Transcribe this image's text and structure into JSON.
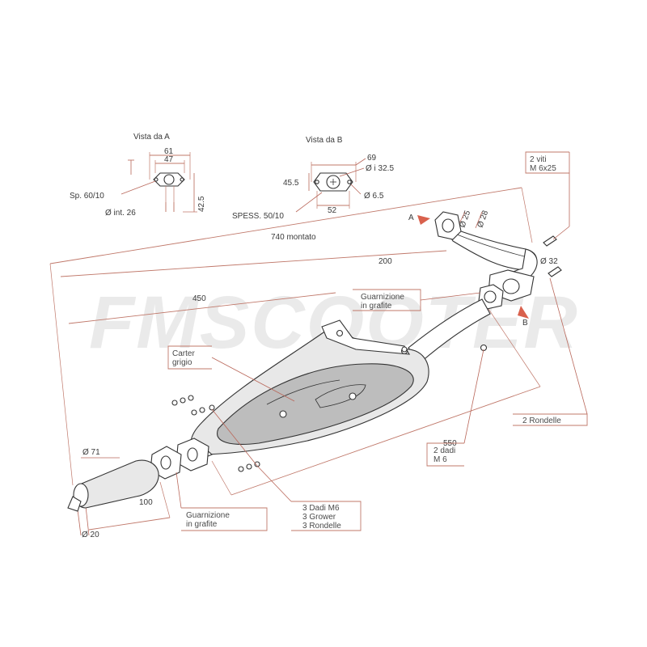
{
  "watermark": "FMSCOOTER",
  "view_a": {
    "title": "Vista da  A",
    "dim_61": "61",
    "dim_47": "47",
    "thickness": "Sp. 60/10",
    "inner_diameter": "Ø int. 26",
    "dim_42_5": "42.5"
  },
  "view_b": {
    "title": "Vista da  B",
    "dim_69": "69",
    "inner_diameter": "Ø i 32.5",
    "dim_45_5": "45.5",
    "hole_diameter": "Ø 6.5",
    "thickness": "SPESS. 50/10",
    "dim_52": "52"
  },
  "dimensions": {
    "mounted_length": "740 montato",
    "d200": "200",
    "d450": "450",
    "d550": "550",
    "d100": "100",
    "dia_71": "Ø 71",
    "dia_20": "Ø 20",
    "dia_25": "Ø 25",
    "dia_28": "Ø 28",
    "dia_32": "Ø 32"
  },
  "markers": {
    "a": "A",
    "b": "B"
  },
  "callouts": {
    "screws": [
      "2 viti",
      "M 6x25"
    ],
    "gasket_top": [
      "Guarnizione",
      "in grafite"
    ],
    "carter": [
      "Carter",
      "grigio"
    ],
    "washers": [
      "2 Rondelle"
    ],
    "nuts": [
      "2 dadi",
      "M 6"
    ],
    "hardware": [
      "3 Dadi M6",
      "3 Grower",
      "3 Rondelle"
    ],
    "gasket_bottom": [
      "Guarnizione",
      "in grafite"
    ]
  },
  "colors": {
    "dimension_line": "#c0786a",
    "arrow": "#d9614d",
    "outline": "#333333"
  }
}
